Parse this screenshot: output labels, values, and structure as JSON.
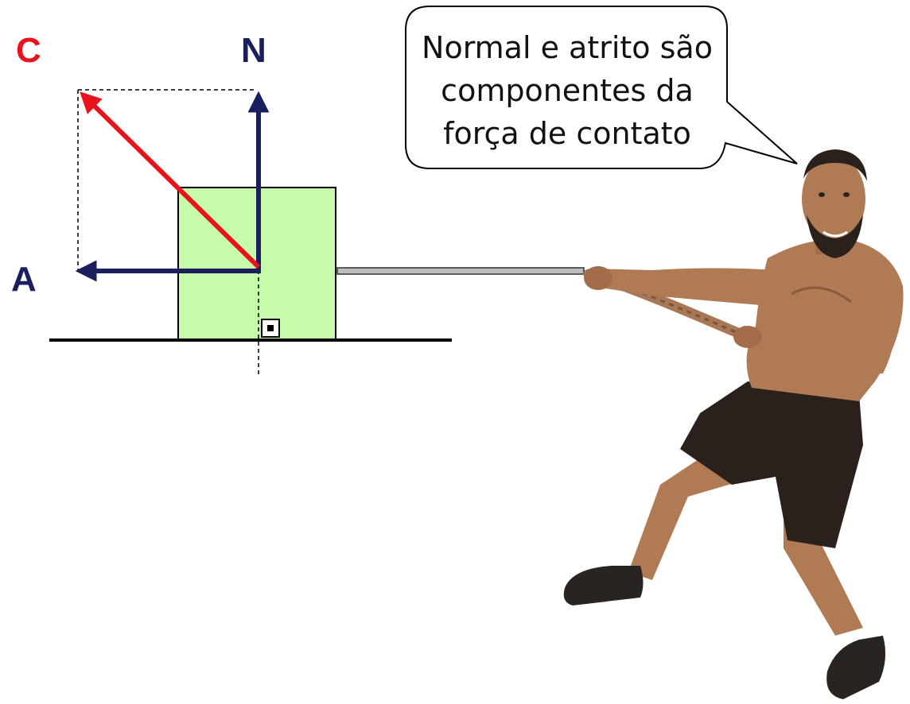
{
  "diagram": {
    "labels": {
      "contact": "C",
      "normal": "N",
      "friction": "A"
    },
    "speech_bubble": {
      "lines": [
        "Normal e atrito são",
        "componentes da",
        "força de contato"
      ]
    },
    "colors": {
      "contact_vector": "#e8141b",
      "normal_vector": "#1b1f5e",
      "friction_vector": "#1b1f5e",
      "block_fill": "#c6fba9",
      "ground": "#000000",
      "rope_rod": "#bdbdbd",
      "skin": "#b07a55",
      "shorts": "#2b211c"
    },
    "icons": {
      "right_angle": "right-angle-marker-icon",
      "person": "person-pulling-rope-icon"
    }
  }
}
